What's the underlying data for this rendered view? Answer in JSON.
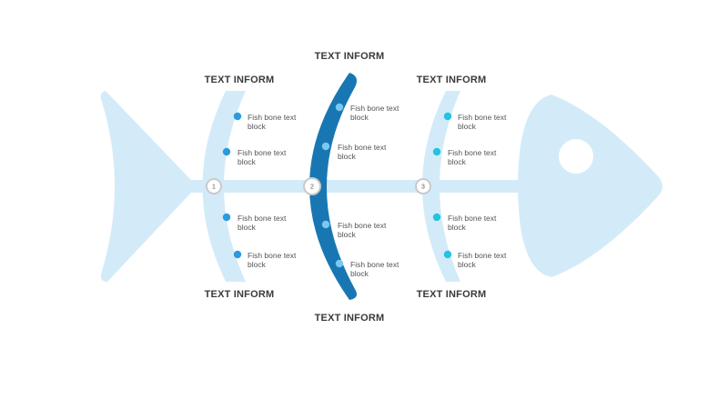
{
  "colors": {
    "light": "#d3ebf9",
    "dark": "#1877b3",
    "dot_bone1": "#2a9be0",
    "dot_bone2": "#7cc7ef",
    "dot_bone3": "#22c4e0",
    "node_ring": "#c9c9c9"
  },
  "bones": [
    {
      "number": "1",
      "top_heading": "TEXT INFORM",
      "bottom_heading": "TEXT INFORM",
      "items_top": [
        "Fish bone text block",
        "Fish bone text block"
      ],
      "items_bottom": [
        "Fish bone text block",
        "Fish bone text block"
      ]
    },
    {
      "number": "2",
      "top_heading": "TEXT INFORM",
      "bottom_heading": "TEXT INFORM",
      "items_top": [
        "Fish bone text block",
        "Fish bone text block"
      ],
      "items_bottom": [
        "Fish bone text block",
        "Fish bone text block"
      ]
    },
    {
      "number": "3",
      "top_heading": "TEXT INFORM",
      "bottom_heading": "TEXT INFORM",
      "items_top": [
        "Fish bone text block",
        "Fish bone text block"
      ],
      "items_bottom": [
        "Fish bone text block",
        "Fish bone text block"
      ]
    }
  ]
}
